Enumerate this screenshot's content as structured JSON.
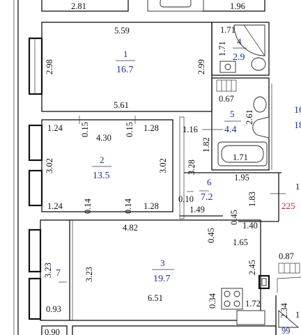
{
  "rooms": [
    {
      "id": "r1",
      "number": "1",
      "area": "16.7"
    },
    {
      "id": "r2",
      "number": "2",
      "area": "13.5"
    },
    {
      "id": "r3",
      "number": "3",
      "area": "19.7"
    },
    {
      "id": "r4",
      "number": "4",
      "area": "2.9"
    },
    {
      "id": "r5",
      "number": "5",
      "area": "4.4"
    },
    {
      "id": "r6",
      "number": "6",
      "area": "7.2"
    }
  ],
  "dimensions": {
    "top_left": "2.81",
    "top_right": "1.96",
    "r1_top": "5.59",
    "r1_left": "2.98",
    "r1_right": "2.99",
    "r1_bottom": "5.61",
    "r4_top": "1.71",
    "r4_side": "1.71",
    "r5_top": "0.67",
    "r5_side": "2.61",
    "r5_left": "1.16",
    "r5_low": "1.82",
    "r5_tub": "1.71",
    "r2_tl": "1.24",
    "r2_t1": "0.15",
    "r2_top": "4.30",
    "r2_t2": "0.15",
    "r2_tr": "1.28",
    "r2_left": "3.02",
    "r2_right": "3.02",
    "r2_bl": "1.24",
    "r2_b1": "0.14",
    "r2_b2": "0.14",
    "r2_br": "1.28",
    "r6_left": "3.28",
    "r6_top": "1.95",
    "r6_right": "1.83",
    "r6_a": "0.10",
    "r6_b": "1.49",
    "r6_c": "0.45",
    "r6_d": "0.45",
    "r6_e": "1.40",
    "r6_f": "1.65",
    "r3_top": "4.82",
    "r3_left": "3.23",
    "r3_right": "2.45",
    "r3_bottom": "6.51",
    "r3_a": "0.34",
    "r3_b": "1.72",
    "left_w": "3.23",
    "left_b": "0.93",
    "bottom_a": "0.90",
    "right_a": "0.87",
    "right_b": "2.34",
    "right_c": "99",
    "edge_red": "225",
    "edge1": "16",
    "edge2": "18",
    "edge3": "1",
    "edge4": "7",
    "edge5": "1"
  }
}
